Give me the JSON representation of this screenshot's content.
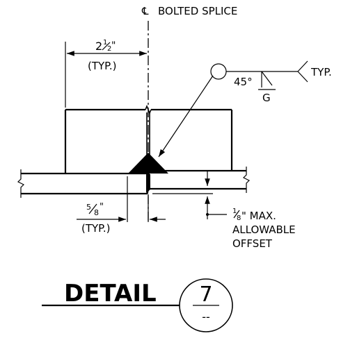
{
  "centerline": {
    "symbol": "℄",
    "label": "BOLTED SPLICE"
  },
  "dim_top": {
    "whole": "2",
    "num": "1",
    "den": "2",
    "inch": "\"",
    "typ": "(TYP.)"
  },
  "dim_bottom": {
    "num": "5",
    "den": "8",
    "inch": "\"",
    "typ": "(TYP.)"
  },
  "offset_note": {
    "num": "1",
    "den": "8",
    "line1": "\" MAX.",
    "line2": "ALLOWABLE",
    "line3": "OFFSET"
  },
  "weld": {
    "angle": "45°",
    "groove": "G",
    "typ": "TYP."
  },
  "detail": {
    "title": "DETAIL",
    "number": "7",
    "sheet": "--"
  }
}
